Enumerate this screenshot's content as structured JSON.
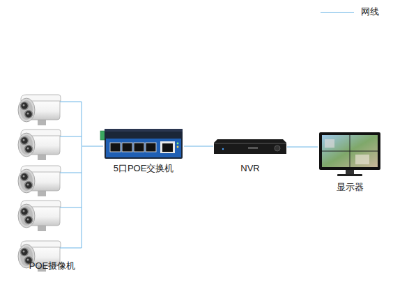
{
  "diagram": {
    "nodes": [
      {
        "text": [
          "POE摄像机"
        ]
      },
      {
        "text": [
          "5口POE交换机"
        ]
      },
      {
        "text": [
          "NVR"
        ]
      },
      {
        "text": [
          "显示器"
        ]
      }
    ],
    "edges": [
      {
        "from": 0,
        "to": 1,
        "arrow": "none"
      },
      {
        "from": 1,
        "to": 2,
        "arrow": "none"
      },
      {
        "from": 2,
        "to": 3,
        "arrow": "none"
      }
    ],
    "legend": [
      {
        "text": "网线"
      }
    ]
  }
}
